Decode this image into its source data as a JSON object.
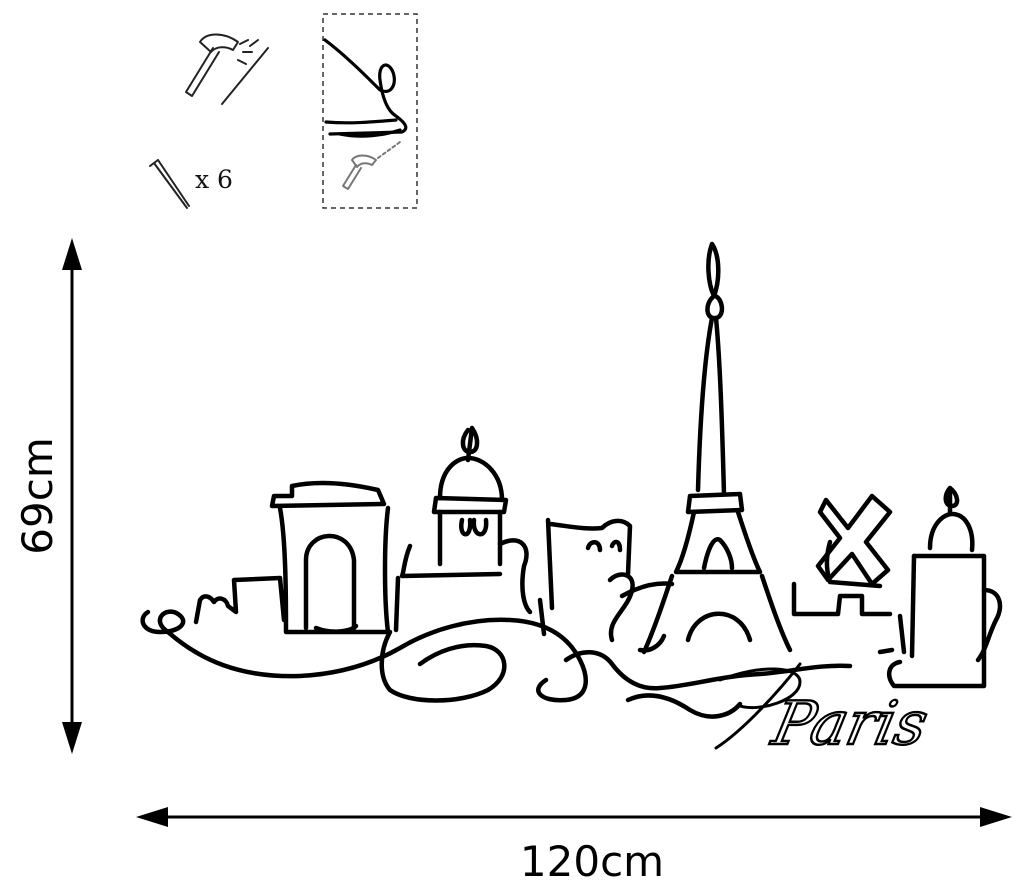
{
  "instructions": {
    "nail_quantity": "x 6",
    "icons": [
      "hammer-icon",
      "nail-icon",
      "wall-mount-icon"
    ]
  },
  "artwork": {
    "script_text": "Paris"
  },
  "dimensions": {
    "height_label": "69cm",
    "width_label": "120cm"
  },
  "colors": {
    "line": "#000000",
    "background": "#ffffff"
  }
}
